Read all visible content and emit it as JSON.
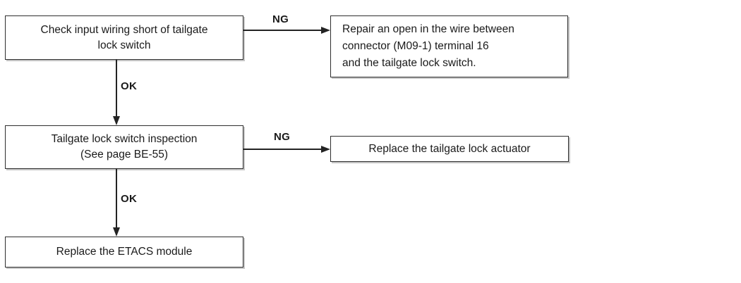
{
  "flowchart": {
    "nodes": {
      "check_wiring": {
        "lines": [
          "Check input wiring short of tailgate",
          "lock switch"
        ]
      },
      "repair_wire": {
        "lines": [
          "Repair an open in the wire between",
          "connector (M09-1) terminal 16",
          "and the tailgate lock switch."
        ]
      },
      "switch_inspection": {
        "lines": [
          "Tailgate lock switch inspection",
          "(See page BE-55)"
        ]
      },
      "replace_actuator": {
        "lines": [
          "Replace the tailgate lock actuator"
        ]
      },
      "replace_etacs": {
        "lines": [
          "Replace the ETACS module"
        ]
      }
    },
    "edge_labels": {
      "ng1": "NG",
      "ok1": "OK",
      "ng2": "NG",
      "ok2": "OK"
    },
    "colors": {
      "line": "#232323",
      "box_border": "#2e2e2e",
      "text": "#1a1a1a",
      "background": "#ffffff"
    }
  }
}
